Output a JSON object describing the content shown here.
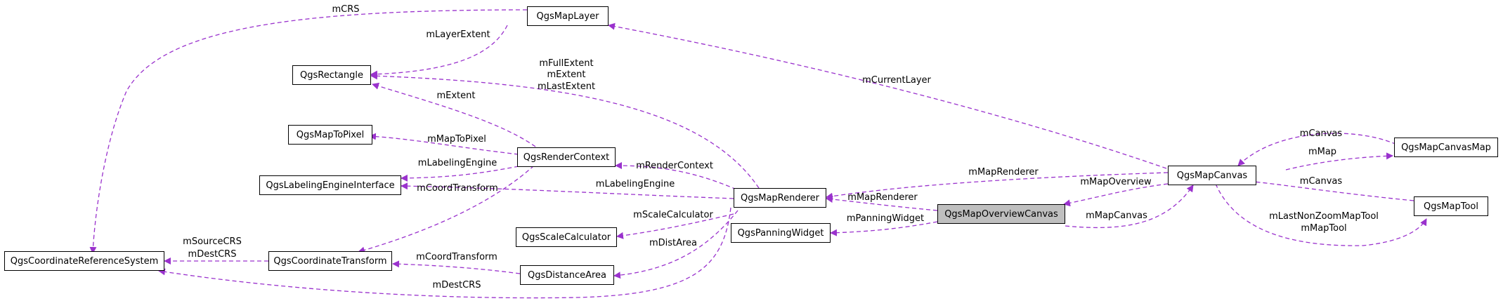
{
  "diagram": {
    "nodes": {
      "map_layer": "QgsMapLayer",
      "rectangle": "QgsRectangle",
      "map_to_pixel": "QgsMapToPixel",
      "render_context": "QgsRenderContext",
      "labeling_engine": "QgsLabelingEngineInterface",
      "map_renderer": "QgsMapRenderer",
      "scale_calculator": "QgsScaleCalculator",
      "panning_widget": "QgsPanningWidget",
      "overview_canvas": "QgsMapOverviewCanvas",
      "map_canvas": "QgsMapCanvas",
      "canvas_map": "QgsMapCanvasMap",
      "map_tool": "QgsMapTool",
      "crs": "QgsCoordinateReferenceSystem",
      "coord_transform": "QgsCoordinateTransform",
      "distance_area": "QgsDistanceArea"
    },
    "focus_node": "overview_canvas",
    "edge_color": "#9a32cd",
    "edges": {
      "mcrs": "mCRS",
      "mlayerextent": "mLayerExtent",
      "mcurrentlayer": "mCurrentLayer",
      "extents_1": "mFullExtent",
      "extents_2": "mExtent",
      "extents_3": "mLastExtent",
      "mextent": "mExtent",
      "mmaptopixel": "mMapToPixel",
      "mlabelingengine_rc": "mLabelingEngine",
      "mrendercontext": "mRenderContext",
      "mlabelingengine_mr": "mLabelingEngine",
      "mcoordtransform_rc": "mCoordTransform",
      "mscalecalculator": "mScaleCalculator",
      "mdistarea": "mDistArea",
      "mcoordtransform_da": "mCoordTransform",
      "msourcecrs": "mSourceCRS",
      "mdestcrs_ct": "mDestCRS",
      "mdestcrs_mr": "mDestCRS",
      "mmaprenderer_mc": "mMapRenderer",
      "mmapoverview": "mMapOverview",
      "mmaprenderer_ov": "mMapRenderer",
      "mpanningwidget": "mPanningWidget",
      "mmapcanvas": "mMapCanvas",
      "mcanvas_cm": "mCanvas",
      "mmap": "mMap",
      "mcanvas_mt": "mCanvas",
      "tools_1": "mLastNonZoomMapTool",
      "tools_2": "mMapTool"
    }
  }
}
